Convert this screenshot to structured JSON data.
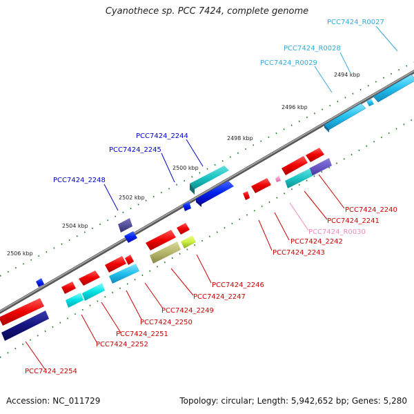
{
  "title": "Cyanothece sp. PCC 7424, complete genome",
  "footer": {
    "accession": "Accession: NC_011729",
    "summary": "Topology: circular; Length: 5,942,652 bp; Genes: 5,280"
  },
  "colors": {
    "backbone": "#8c8c8c",
    "ruler_ticks": "#1f7a1f",
    "label_blue": "#0000cc",
    "label_red": "#cc0000",
    "label_cyan": "#33aadd",
    "label_pink": "#ee88bb"
  },
  "ruler": [
    {
      "label": "2494 kbp"
    },
    {
      "label": "2496 kbp"
    },
    {
      "label": "2498 kbp"
    },
    {
      "label": "2500 kbp"
    },
    {
      "label": "2502 kbp"
    },
    {
      "label": "2504 kbp"
    },
    {
      "label": "2506 kbp"
    }
  ],
  "genes": [
    {
      "name": "PCC7424_R0027"
    },
    {
      "name": "PCC7424_R0028"
    },
    {
      "name": "PCC7424_R0029"
    },
    {
      "name": "PCC7424_2244"
    },
    {
      "name": "PCC7424_2245"
    },
    {
      "name": "PCC7424_2248"
    },
    {
      "name": "PCC7424_2240"
    },
    {
      "name": "PCC7424_2241"
    },
    {
      "name": "PCC7424_R0030"
    },
    {
      "name": "PCC7424_2242"
    },
    {
      "name": "PCC7424_2243"
    },
    {
      "name": "PCC7424_2246"
    },
    {
      "name": "PCC7424_2247"
    },
    {
      "name": "PCC7424_2249"
    },
    {
      "name": "PCC7424_2250"
    },
    {
      "name": "PCC7424_2251"
    },
    {
      "name": "PCC7424_2252"
    },
    {
      "name": "PCC7424_2254"
    }
  ]
}
